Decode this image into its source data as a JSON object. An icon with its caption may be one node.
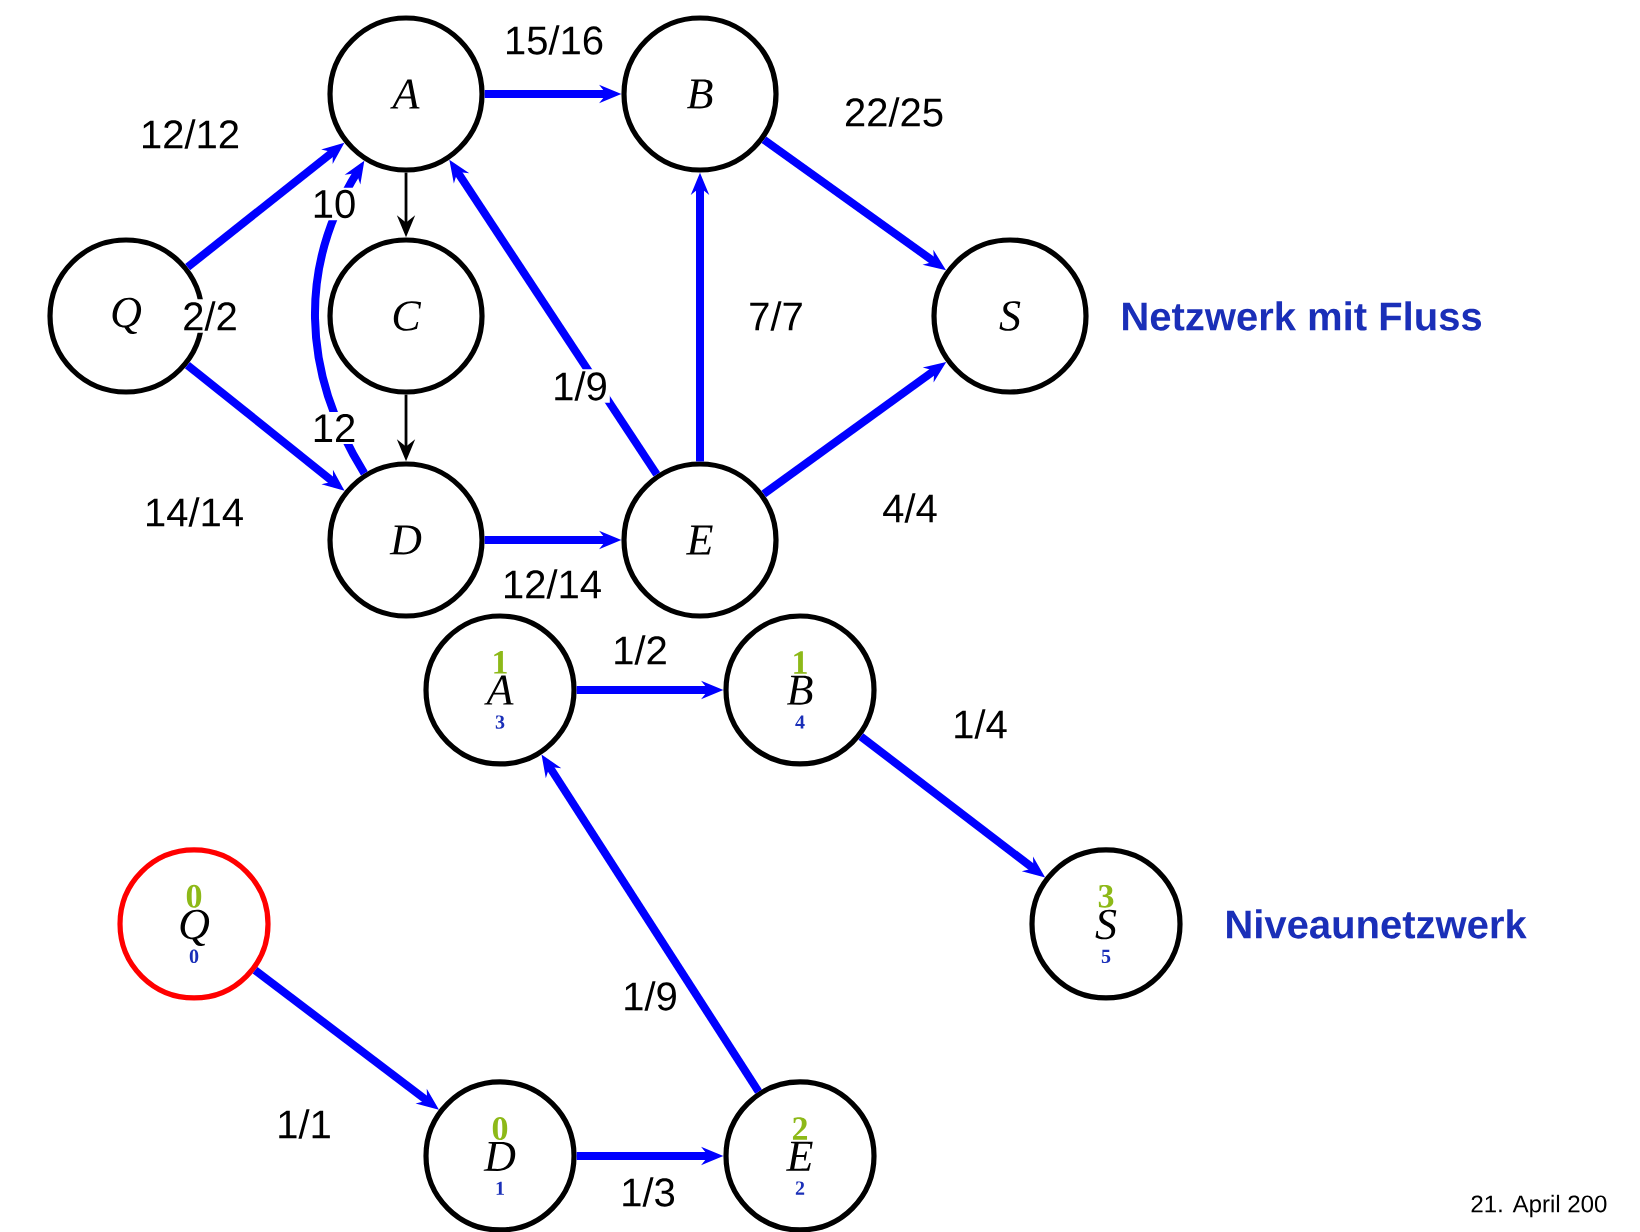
{
  "diagram": {
    "nodes": [
      {
        "text": [
          "Q"
        ]
      },
      {
        "text": [
          "A"
        ]
      },
      {
        "text": [
          "B"
        ]
      },
      {
        "text": [
          "C"
        ]
      },
      {
        "text": [
          "D"
        ]
      },
      {
        "text": [
          "E"
        ]
      },
      {
        "text": [
          "S"
        ]
      },
      {
        "text": [
          "1",
          "A",
          "3"
        ]
      },
      {
        "text": [
          "1",
          "B",
          "4"
        ]
      },
      {
        "text": [
          "3",
          "S",
          "5"
        ]
      },
      {
        "text": [
          "0",
          "Q",
          "0"
        ]
      },
      {
        "text": [
          "0",
          "D",
          "1"
        ]
      },
      {
        "text": [
          "2",
          "E",
          "2"
        ]
      }
    ],
    "edges": [
      {
        "from": 0,
        "to": 1,
        "arrow": "to",
        "label": "12/12"
      },
      {
        "from": 1,
        "to": 2,
        "arrow": "to",
        "label": "15/16"
      },
      {
        "from": 2,
        "to": 6,
        "arrow": "to",
        "label": "22/25"
      },
      {
        "from": 1,
        "to": 3,
        "arrow": "to",
        "label": "10",
        "color": "#000000"
      },
      {
        "from": 3,
        "to": 4,
        "arrow": "to",
        "label": "12",
        "color": "#000000"
      },
      {
        "from": 4,
        "to": 1,
        "arrow": "to",
        "label": "2/2"
      },
      {
        "from": 0,
        "to": 4,
        "arrow": "to",
        "label": "14/14"
      },
      {
        "from": 4,
        "to": 5,
        "arrow": "to",
        "label": "12/14"
      },
      {
        "from": 5,
        "to": 1,
        "arrow": "to",
        "label": "1/9"
      },
      {
        "from": 5,
        "to": 2,
        "arrow": "to",
        "label": "7/7"
      },
      {
        "from": 5,
        "to": 6,
        "arrow": "to",
        "label": "4/4"
      },
      {
        "from": 7,
        "to": 8,
        "arrow": "to",
        "label": "1/2"
      },
      {
        "from": 8,
        "to": 9,
        "arrow": "to",
        "label": "1/4"
      },
      {
        "from": 10,
        "to": 11,
        "arrow": "to",
        "label": "1/1"
      },
      {
        "from": 11,
        "to": 12,
        "arrow": "to",
        "label": "1/3"
      },
      {
        "from": 12,
        "to": 7,
        "arrow": "to",
        "label": "1/9"
      }
    ],
    "labels": [
      "Netzwerk mit Fluss",
      "Niveaunetzwerk",
      "21. April 200"
    ]
  }
}
